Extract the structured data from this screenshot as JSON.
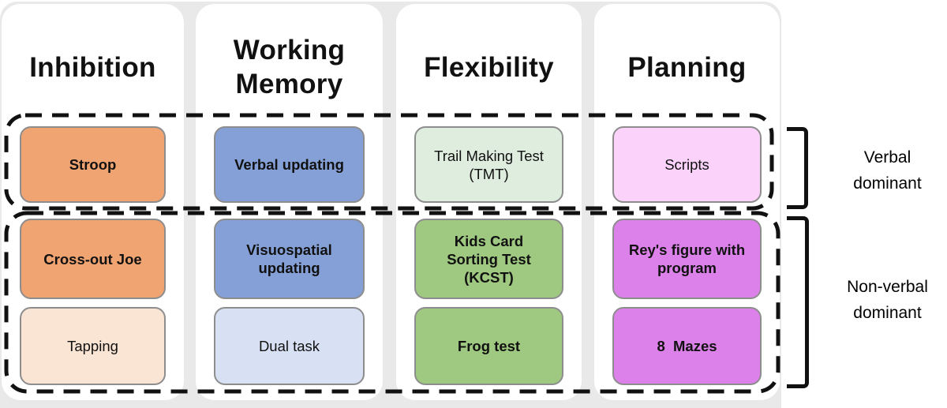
{
  "figure": {
    "description_colors": {
      "panel_background": "#e9e9e9",
      "column_background": "#ffffff",
      "box_border": "#8d8d8d",
      "outline_black": "#111111"
    }
  },
  "columns": [
    {
      "header": "Inhibition",
      "boxes": [
        {
          "label": "Stroop",
          "bg": "#F0A472",
          "weight": "bold"
        },
        {
          "label": "Cross-out Joe",
          "bg": "#F0A472",
          "weight": "bold"
        },
        {
          "label": "Tapping",
          "bg": "#FAE4D4",
          "weight": "normal"
        }
      ]
    },
    {
      "header": "Working\nMemory",
      "boxes": [
        {
          "label": "Verbal updating",
          "bg": "#85A0D6",
          "weight": "bold"
        },
        {
          "label": "Visuospatial\nupdating",
          "bg": "#85A0D6",
          "weight": "bold"
        },
        {
          "label": "Dual task",
          "bg": "#D8E1F3",
          "weight": "normal"
        }
      ]
    },
    {
      "header": "Flexibility",
      "boxes": [
        {
          "label": "Trail Making Test\n(TMT)",
          "bg": "#DFEDDE",
          "weight": "normal"
        },
        {
          "label": "Kids Card\nSorting Test\n(KCST)",
          "bg": "#9FC981",
          "weight": "bold"
        },
        {
          "label": "Frog test",
          "bg": "#9FC981",
          "weight": "bold"
        }
      ]
    },
    {
      "header": "Planning",
      "boxes": [
        {
          "label": "Scripts",
          "bg": "#FBD3FA",
          "weight": "normal"
        },
        {
          "label": "Rey's figure with\nprogram",
          "bg": "#DC81E9",
          "weight": "bold"
        },
        {
          "label": "8  Mazes",
          "bg": "#DC81E9",
          "weight": "bold"
        }
      ]
    }
  ],
  "groups": [
    {
      "label": "Verbal\ndominant"
    },
    {
      "label": "Non-verbal\ndominant"
    }
  ]
}
